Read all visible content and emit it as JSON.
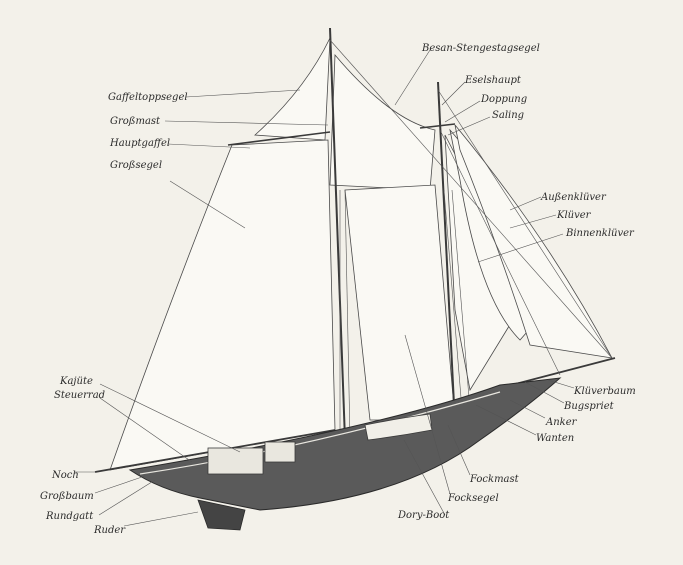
{
  "labels": {
    "gaffeltoppsegel": "Gaffeltoppsegel",
    "grossmast": "Großmast",
    "hauptgaffel": "Hauptgaffel",
    "grosssegel": "Großsegel",
    "besan_stengestagsegel": "Besan-Stengestagsegel",
    "eselshaupt": "Eselshaupt",
    "doppung": "Doppung",
    "saling": "Saling",
    "aussenklueer": "Außenklüver",
    "klueer": "Klüver",
    "binnenklueer": "Binnenklüver",
    "kajuete": "Kajüte",
    "steuerrad": "Steuerrad",
    "noch": "Noch",
    "grossbaum": "Großbaum",
    "rundgatt": "Rundgatt",
    "ruder": "Ruder",
    "dory_boot": "Dory-Boot",
    "fockmast": "Fockmast",
    "focksegel": "Focksegel",
    "wanten": "Wanten",
    "anker": "Anker",
    "bugspriet": "Bugspriet",
    "klueverbaum": "Klüverbaum"
  },
  "colors": {
    "paper": "#f3f1ea",
    "ink": "#3a3a3a",
    "hull": "#3d3d3d"
  }
}
